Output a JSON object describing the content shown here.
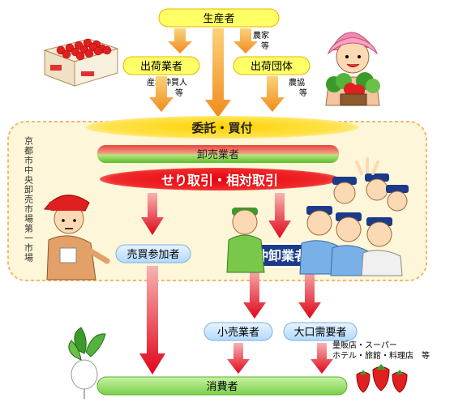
{
  "flow": {
    "producer": "生産者",
    "producer_note": [
      "農家",
      "等"
    ],
    "shipper": "出荷業者",
    "shipper_note": [
      "産地仲買人",
      "等"
    ],
    "shipping_group": "出荷団体",
    "shipping_group_note": [
      "農協",
      "等"
    ],
    "consignment": "委託・買付",
    "wholesaler": "卸売業者",
    "auction": "せり取引・相対取引",
    "participant": "売買参加者",
    "intermediate": "仲卸業者",
    "retailer": "小売業者",
    "large_buyer": "大口需要者",
    "large_buyer_note": [
      "量販店・スーパー",
      "ホテル・旅館・料理店　等"
    ],
    "consumer": "消費者"
  },
  "market": {
    "label": "京都市中央卸売市場第一市場"
  },
  "colors": {
    "yellow_box": "#ffff66",
    "orange_arrow": "#f5a623",
    "red_arrow": "#e60012",
    "market_bg": "#fdf6d8",
    "market_border": "#f2b86a",
    "blue_box": "#cde8ff",
    "green_bar": "#8fde6a",
    "navy_box": "#1b3a8a"
  },
  "illustrations": [
    "apple-crate-icon",
    "farmer-woman-icon",
    "market-worker-icon",
    "intermediate-crowd-icon",
    "radish-icon",
    "strawberry-icon"
  ]
}
